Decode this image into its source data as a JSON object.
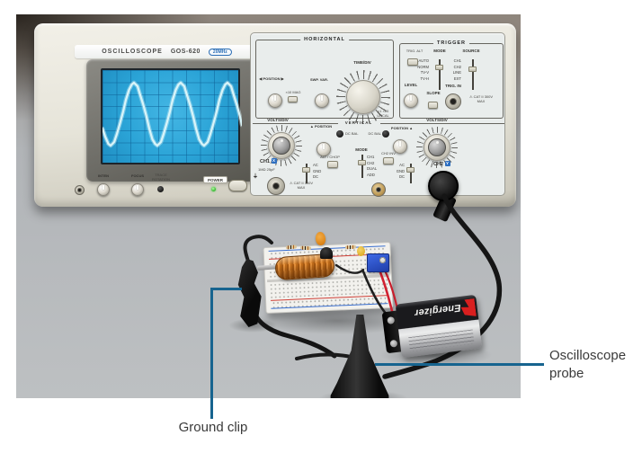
{
  "callouts": {
    "ground_clip": "Ground clip",
    "probe": "Oscilloscope probe",
    "line_color": "#17648f"
  },
  "scope": {
    "title": "OSCILLOSCOPE",
    "model": "GOS-620",
    "badge": "20MHz",
    "horizontal": {
      "title": "HORIZONTAL",
      "position": "◀ POSITION ▶",
      "mag": "×10 MAG",
      "swp_var": "SWP. VAR.",
      "time_div": "TIME/DIV",
      "uncal": "×1 ×10 UNCAL"
    },
    "trigger": {
      "title": "TRIGGER",
      "trig_alt": "TRIG. ALT",
      "mode": "MODE",
      "mode_options": [
        "AUTO",
        "NORM",
        "TV-V",
        "TV-H"
      ],
      "source": "SOURCE",
      "source_options": [
        "CH1",
        "CH2",
        "LINE",
        "EXT"
      ],
      "level": "LEVEL",
      "slope": "SLOPE",
      "trig_in": "TRIG. IN",
      "warning": "⚠ CAT II 300V MAX"
    },
    "vertical": {
      "title": "VERTICAL",
      "volts_div": "VOLTS/DIV",
      "position_left": "▲ POSITION",
      "position_right": "POSITION ▲",
      "dc_bal": "DC BAL",
      "alt_chop": "ALT / CHOP",
      "mode": "MODE",
      "mode_options": [
        "CH1",
        "CH2",
        "DUAL",
        "ADD"
      ],
      "coupling_options": [
        "AC",
        "GND",
        "DC"
      ],
      "ch1": "CH1",
      "ch1_axis": "X",
      "ch2": "CH2",
      "ch2_axis": "Y",
      "input_spec": "1MΩ 25pF",
      "ch2_inv": "CH2 INV",
      "gnd_symbol": "⏚",
      "warning": "⚠ CAT II 300V MAX"
    },
    "bottom": {
      "inten": "INTEN",
      "focus": "FOCUS",
      "trace_rotation": "TRACE ROTATION",
      "power": "POWER"
    }
  },
  "battery": {
    "brand": "Energizer"
  }
}
